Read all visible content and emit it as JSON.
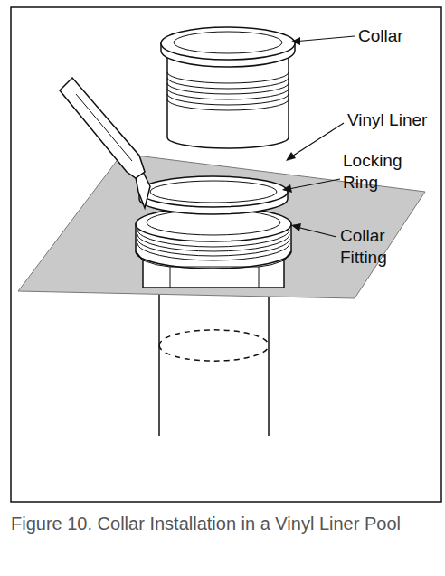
{
  "diagram": {
    "caption": "Figure 10. Collar Installation in a Vinyl Liner Pool",
    "labels": [
      "Collar",
      "Vinyl Liner",
      "Locking Ring",
      "Collar Fitting"
    ]
  }
}
